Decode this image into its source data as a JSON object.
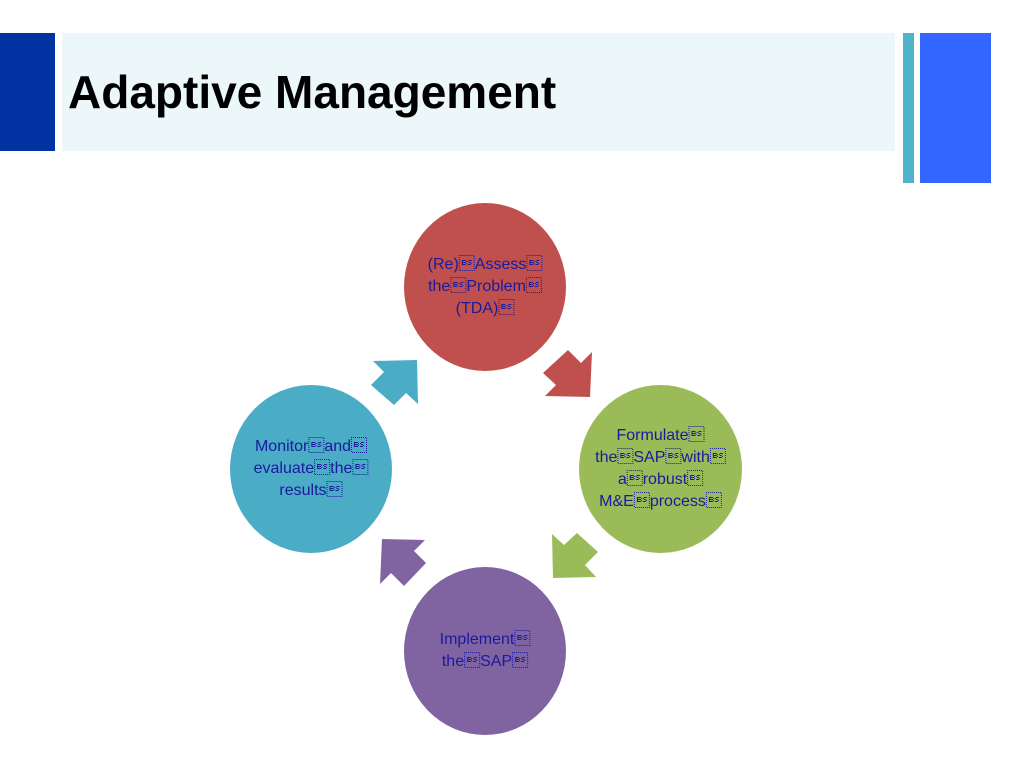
{
  "slide": {
    "title": "Adaptive Management"
  },
  "colors": {
    "accent_dark": "#0033a1",
    "accent_bright": "#3366ff",
    "accent_thin": "#4fb3cc",
    "title_band": "#ebf7f8",
    "label_text": "#1a1a9c"
  },
  "cycle": {
    "nodes": [
      {
        "label": "(Re)\bAssess\b\nthe\bProblem\b\n(TDA)\b",
        "color": "#c0504d"
      },
      {
        "label": "Formulate\b\nthe\bSAP\bwith\b\na\brobust\b\nM&E\bprocess\b",
        "color": "#9bbb59"
      },
      {
        "label": "Implement\b\nthe\bSAP\b",
        "color": "#8064a2"
      },
      {
        "label": "Monitor\band\b\nevaluate\bthe\b\nresults\b",
        "color": "#4bacc6"
      }
    ],
    "arrows": [
      {
        "icon": "arrow-down-right-icon",
        "color": "#c0504d"
      },
      {
        "icon": "arrow-down-left-icon",
        "color": "#9bbb59"
      },
      {
        "icon": "arrow-up-left-icon",
        "color": "#8064a2"
      },
      {
        "icon": "arrow-up-right-icon",
        "color": "#4bacc6"
      }
    ]
  }
}
